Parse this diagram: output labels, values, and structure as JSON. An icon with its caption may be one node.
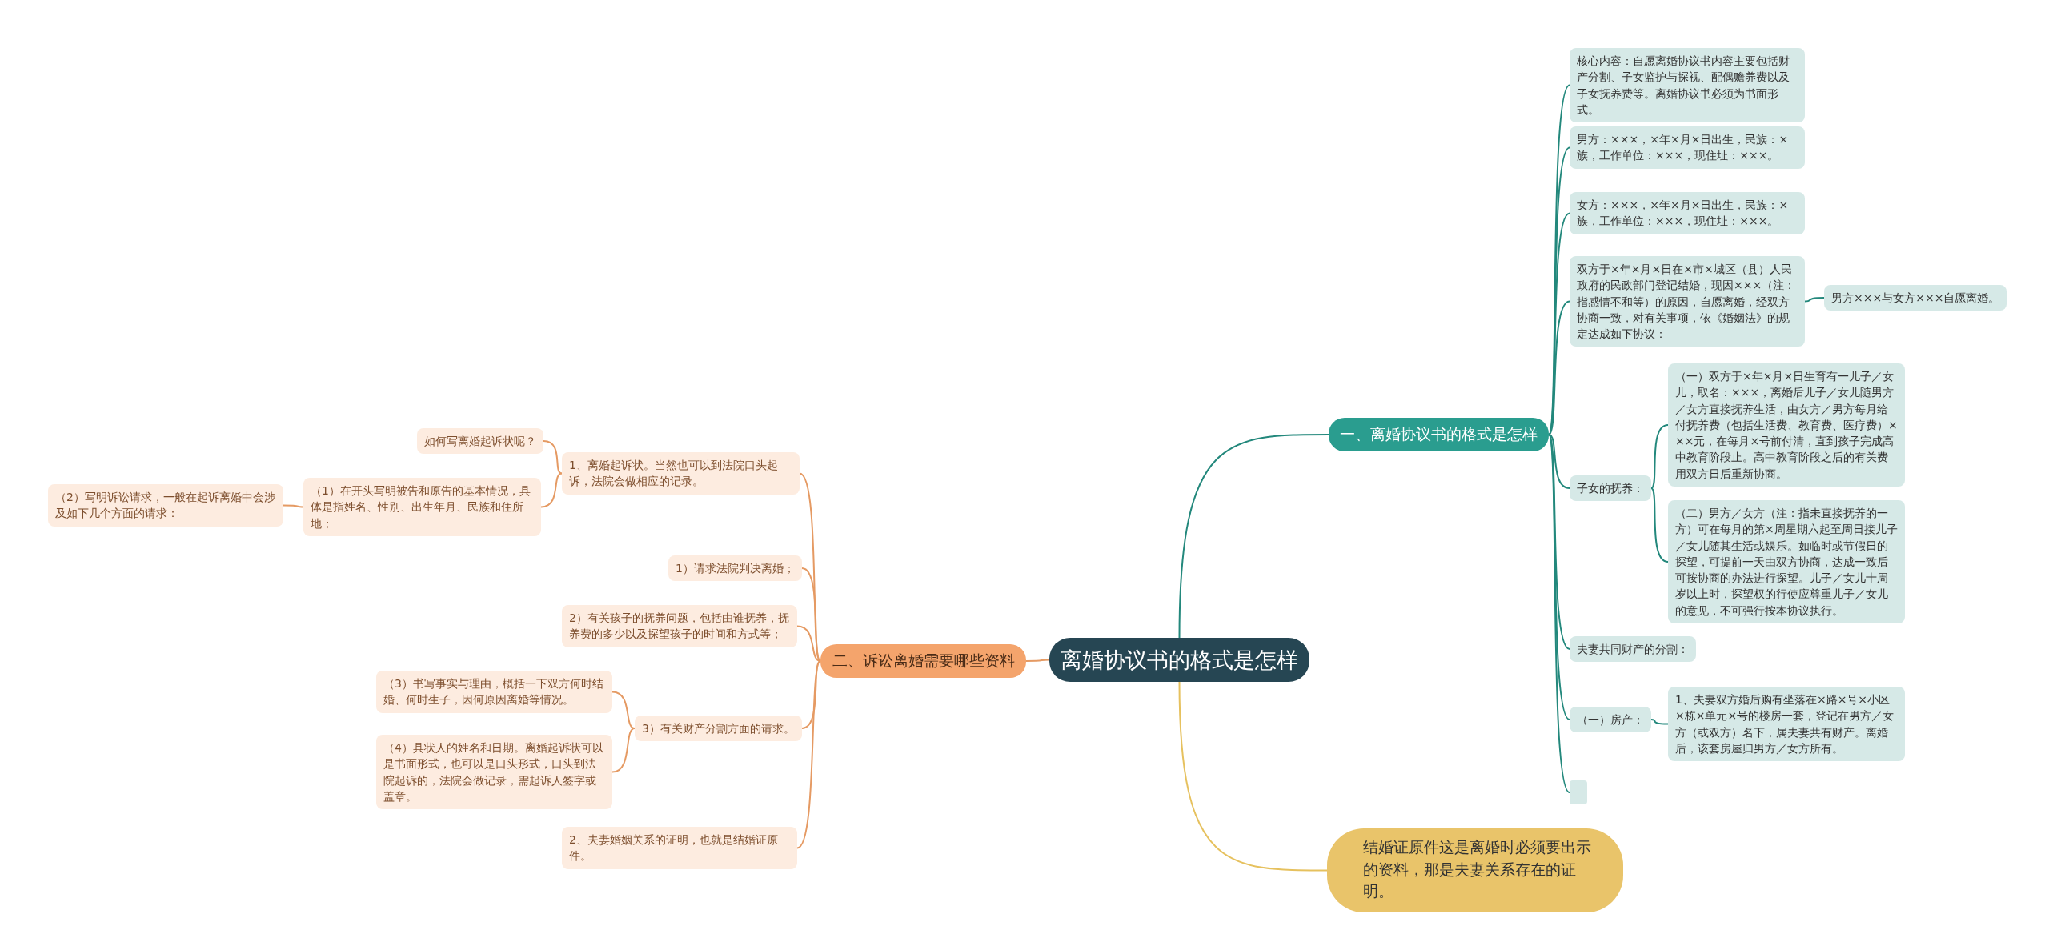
{
  "diagram": {
    "nodes": [
      {
        "text": [
          "离婚协议书的格式是怎样"
        ]
      },
      {
        "text": [
          "一、离婚协议书的格式是怎样"
        ]
      },
      {
        "text": [
          "核心内容：自愿离婚协议书内容主要包括财产分割、子女监护与探视、配偶赡养费以及子女抚养费等。离婚协议书必须为书面形式。"
        ]
      },
      {
        "text": [
          "男方：×××，×年×月×日出生，民族：×族，工作单位：×××，现住址：×××。"
        ]
      },
      {
        "text": [
          "女方：×××，×年×月×日出生，民族：×族，工作单位：×××，现住址：×××。"
        ]
      },
      {
        "text": [
          "双方于×年×月×日在×市×城区（县）人民政府的民政部门登记结婚，现因×××（注：指感情不和等）的原因，自愿离婚，经双方协商一致，对有关事项，依《婚姻法》的规定达成如下协议："
        ]
      },
      {
        "text": [
          "男方×××与女方×××自愿离婚。"
        ]
      },
      {
        "text": [
          "子女的抚养："
        ]
      },
      {
        "text": [
          "（一）双方于×年×月×日生育有一儿子／女儿，取名：×××，离婚后儿子／女儿随男方／女方直接抚养生活，由女方／男方每月给付抚养费（包括生活费、教育费、医疗费）×××元，在每月×号前付清，直到孩子完成高中教育阶段止。高中教育阶段之后的有关费用双方日后重新协商。"
        ]
      },
      {
        "text": [
          "（二）男方／女方（注：指未直接抚养的一方）可在每月的第×周星期六起至周日接儿子／女儿随其生活或娱乐。如临时或节假日的探望，可提前一天由双方协商，达成一致后可按协商的办法进行探望。儿子／女儿十周岁以上时，探望权的行使应尊重儿子／女儿的意见，不可强行按本协议执行。"
        ]
      },
      {
        "text": [
          "夫妻共同财产的分割："
        ]
      },
      {
        "text": [
          "（一）房产："
        ]
      },
      {
        "text": [
          "1、夫妻双方婚后购有坐落在×路×号×小区×栋×单元×号的楼房一套，登记在男方／女方（或双方）名下，属夫妻共有财产。离婚后，该套房屋归男方／女方所有。"
        ]
      },
      {
        "text": [],
        "shape": "box"
      },
      {
        "text": [
          "二、诉讼离婚需要哪些资料"
        ]
      },
      {
        "text": [
          "1、离婚起诉状。当然也可以到法院口头起诉，法院会做相应的记录。"
        ]
      },
      {
        "text": [
          "如何写离婚起诉状呢？"
        ]
      },
      {
        "text": [
          "（1）在开头写明被告和原告的基本情况，具体是指姓名、性别、出生年月、民族和住所地；"
        ]
      },
      {
        "text": [
          "（2）写明诉讼请求，一般在起诉离婚中会涉及如下几个方面的请求："
        ]
      },
      {
        "text": [
          "1）请求法院判决离婚；"
        ]
      },
      {
        "text": [
          "2）有关孩子的抚养问题，包括由谁抚养，抚养费的多少以及探望孩子的时间和方式等；"
        ]
      },
      {
        "text": [
          "3）有关财产分割方面的请求。"
        ]
      },
      {
        "text": [
          "（3）书写事实与理由，概括一下双方何时结婚、何时生子，因何原因离婚等情况。"
        ]
      },
      {
        "text": [
          "（4）具状人的姓名和日期。离婚起诉状可以是书面形式，也可以是口头形式，口头到法院起诉的，法院会做记录，需起诉人签字或盖章。"
        ]
      },
      {
        "text": [
          "2、夫妻婚姻关系的证明，也就是结婚证原件。"
        ]
      },
      {
        "text": [
          "结婚证原件这是离婚时必须要出示的资料，那是夫妻关系存在的证明。"
        ]
      }
    ],
    "edges": [
      {
        "from": 0,
        "to": 1,
        "arrow": "none"
      },
      {
        "from": 1,
        "to": 2,
        "arrow": "none"
      },
      {
        "from": 1,
        "to": 3,
        "arrow": "none"
      },
      {
        "from": 1,
        "to": 4,
        "arrow": "none"
      },
      {
        "from": 1,
        "to": 5,
        "arrow": "none"
      },
      {
        "from": 5,
        "to": 6,
        "arrow": "none"
      },
      {
        "from": 1,
        "to": 7,
        "arrow": "none"
      },
      {
        "from": 7,
        "to": 8,
        "arrow": "none"
      },
      {
        "from": 7,
        "to": 9,
        "arrow": "none"
      },
      {
        "from": 1,
        "to": 10,
        "arrow": "none"
      },
      {
        "from": 1,
        "to": 11,
        "arrow": "none"
      },
      {
        "from": 11,
        "to": 12,
        "arrow": "none"
      },
      {
        "from": 1,
        "to": 13,
        "arrow": "none"
      },
      {
        "from": 0,
        "to": 14,
        "arrow": "none",
        "color": "#e59a63"
      },
      {
        "from": 14,
        "to": 15,
        "arrow": "none",
        "color": "#e59a63"
      },
      {
        "from": 15,
        "to": 16,
        "arrow": "none",
        "color": "#e59a63"
      },
      {
        "from": 15,
        "to": 17,
        "arrow": "none",
        "color": "#e59a63"
      },
      {
        "from": 17,
        "to": 18,
        "arrow": "none",
        "color": "#e59a63"
      },
      {
        "from": 14,
        "to": 19,
        "arrow": "none",
        "color": "#e59a63"
      },
      {
        "from": 14,
        "to": 20,
        "arrow": "none",
        "color": "#e59a63"
      },
      {
        "from": 14,
        "to": 21,
        "arrow": "none",
        "color": "#e59a63"
      },
      {
        "from": 21,
        "to": 22,
        "arrow": "none",
        "color": "#e59a63"
      },
      {
        "from": 21,
        "to": 23,
        "arrow": "none",
        "color": "#e59a63"
      },
      {
        "from": 14,
        "to": 24,
        "arrow": "none",
        "color": "#e59a63"
      },
      {
        "from": 0,
        "to": 25,
        "arrow": "none",
        "color": "#e6c15e"
      }
    ]
  }
}
